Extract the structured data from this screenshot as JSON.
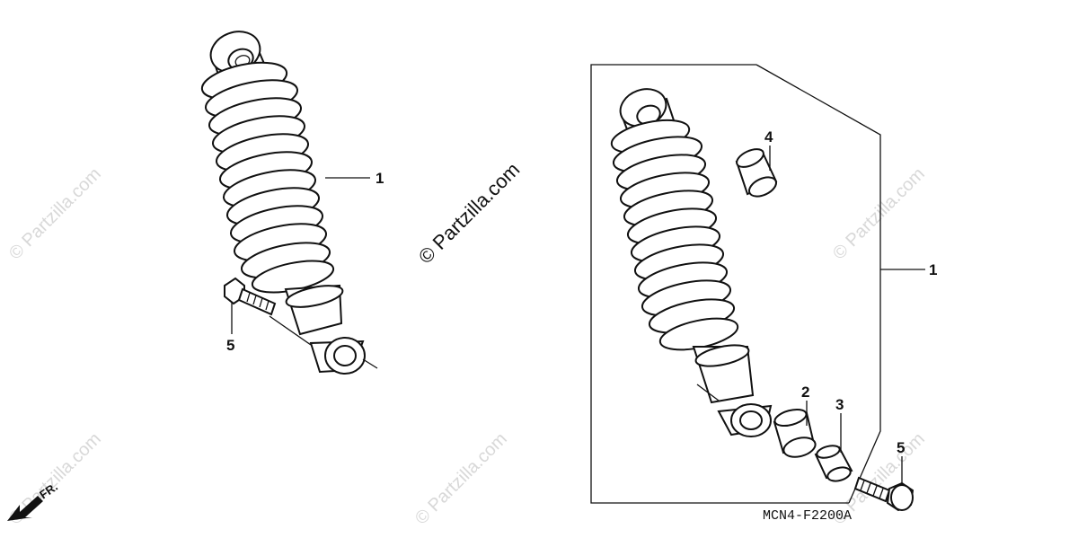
{
  "watermark": {
    "main_text": "© Partzilla.com",
    "faint_text": "© Partzilla.com"
  },
  "callouts": {
    "left_shock": "1",
    "left_bolt": "5",
    "right_assembly": "1",
    "collar": "2",
    "bush_small": "3",
    "bush_top": "4",
    "right_bolt": "5"
  },
  "diagram_code": "MCN4-F2200A",
  "direction_label": "FR.",
  "colors": {
    "line": "#111111",
    "watermark": "#d8d8d8",
    "background": "#ffffff"
  }
}
